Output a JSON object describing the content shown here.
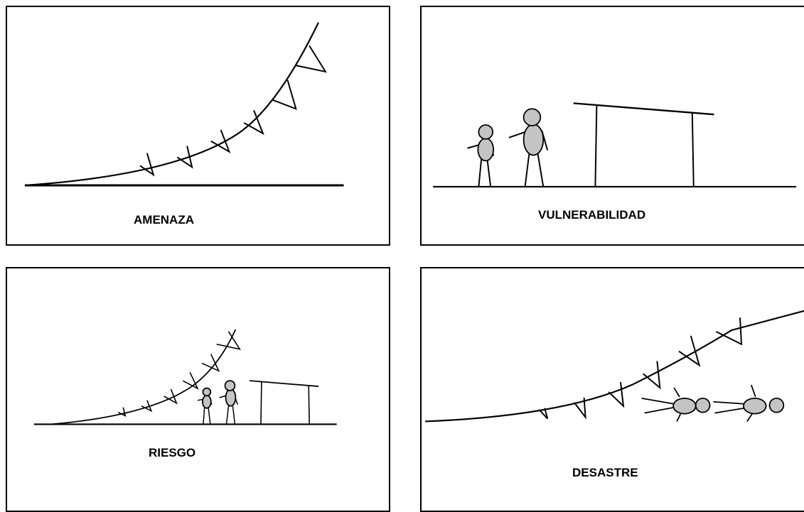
{
  "panels": [
    {
      "id": "amenaza",
      "caption": "AMENAZA"
    },
    {
      "id": "vulnerabilidad",
      "caption": "VULNERABILIDAD"
    },
    {
      "id": "riesgo",
      "caption": "RIESGO"
    },
    {
      "id": "desastre",
      "caption": "DESASTRE"
    }
  ],
  "colors": {
    "border": "#000000",
    "figure_fill": "#c4c4c4",
    "background": "#ffffff"
  }
}
